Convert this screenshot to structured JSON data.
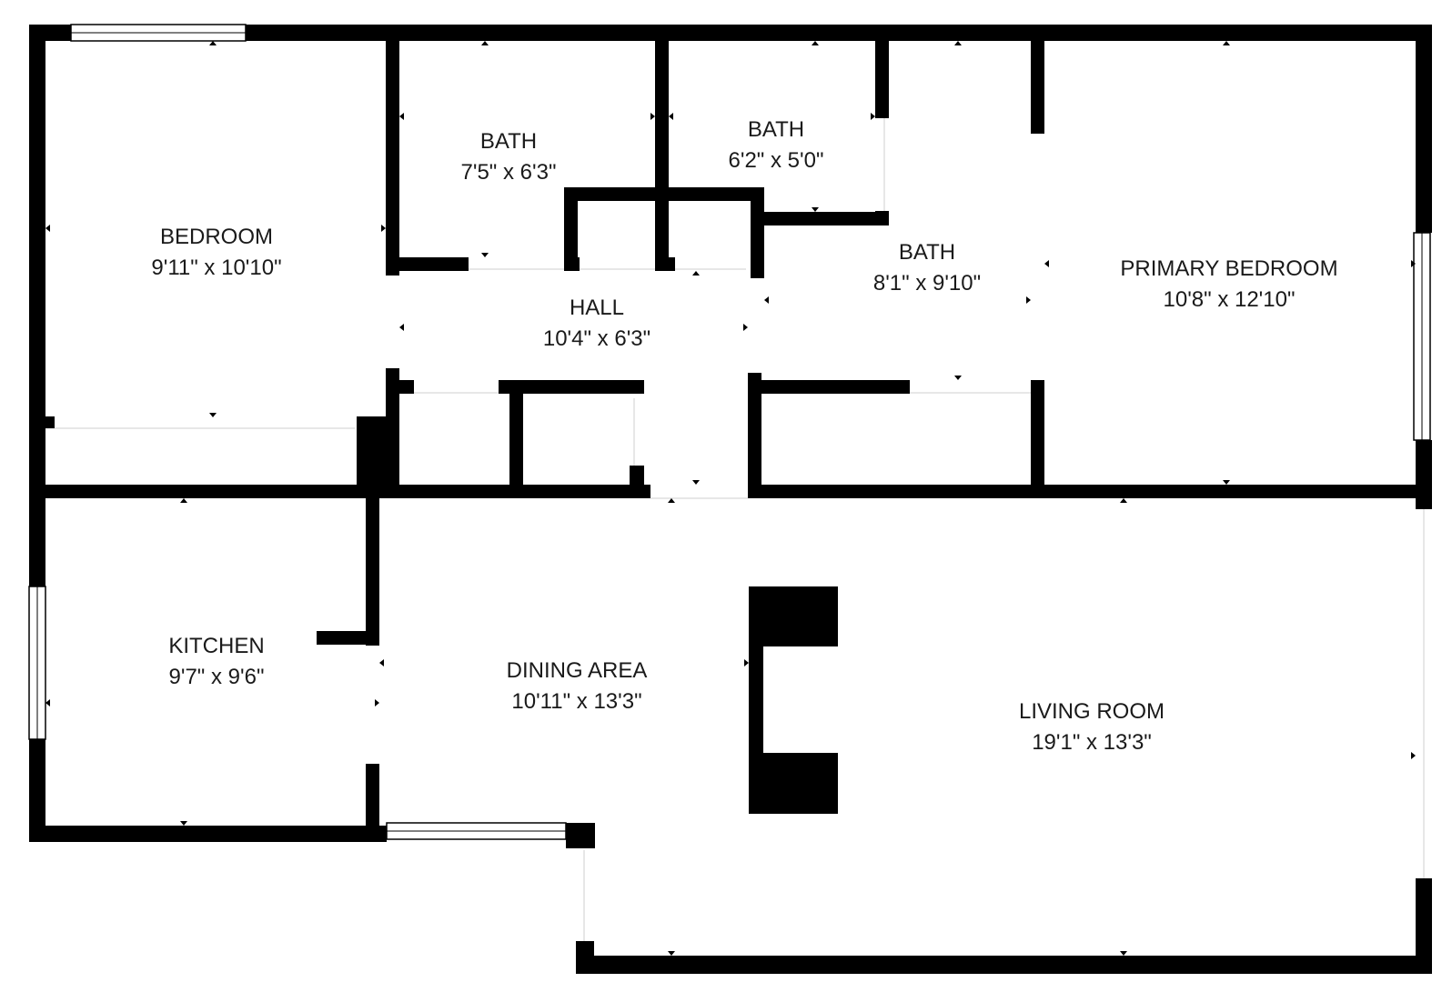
{
  "rooms": [
    {
      "key": "bedroom",
      "name": "BEDROOM",
      "dims": "9'11\" x 10'10\""
    },
    {
      "key": "bath1",
      "name": "BATH",
      "dims": "7'5\" x 6'3\""
    },
    {
      "key": "bath2",
      "name": "BATH",
      "dims": "6'2\" x 5'0\""
    },
    {
      "key": "bath3",
      "name": "BATH",
      "dims": "8'1\" x 9'10\""
    },
    {
      "key": "primary",
      "name": "PRIMARY BEDROOM",
      "dims": "10'8\" x 12'10\""
    },
    {
      "key": "hall",
      "name": "HALL",
      "dims": "10'4\" x 6'3\""
    },
    {
      "key": "kitchen",
      "name": "KITCHEN",
      "dims": "9'7\" x 9'6\""
    },
    {
      "key": "dining",
      "name": "DINING AREA",
      "dims": "10'11\" x 13'3\""
    },
    {
      "key": "living",
      "name": "LIVING ROOM",
      "dims": "19'1\" x 13'3\""
    }
  ],
  "colors": {
    "wall": "#000000",
    "background": "#ffffff",
    "text": "#1a1a1a"
  }
}
